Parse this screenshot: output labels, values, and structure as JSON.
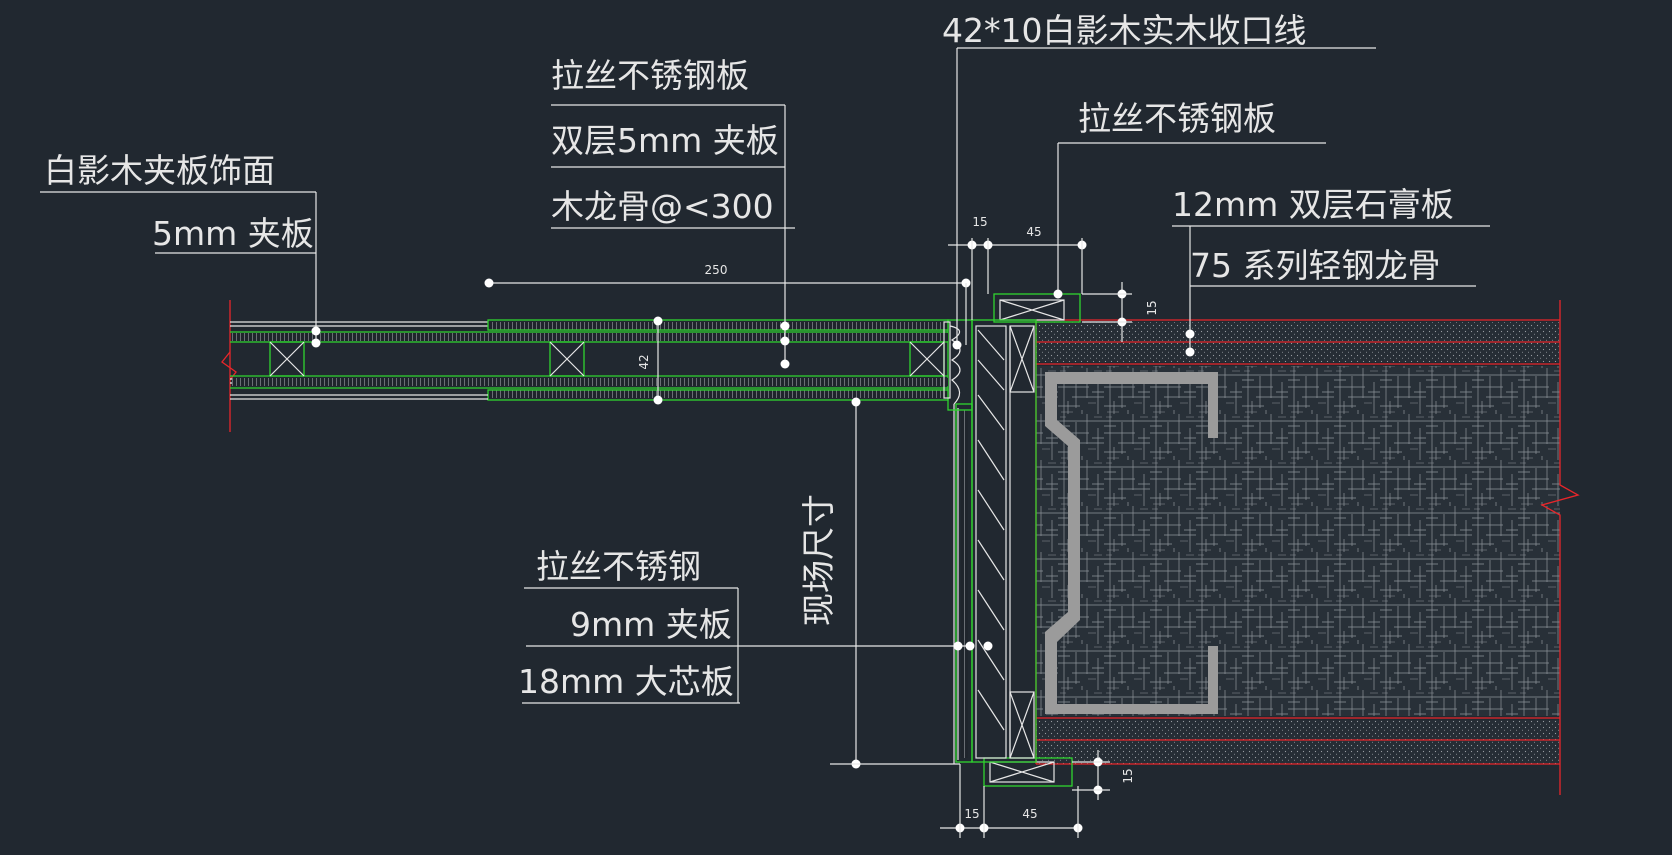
{
  "labels": {
    "top_trim": "42*10白影木实木收口线",
    "brushed_steel_top": "拉丝不锈钢板",
    "double_plywood": "双层5mm 夹板",
    "wood_keel": "木龙骨@<300",
    "veneer_face": "白影木夹板饰面",
    "plywood_5": "5mm 夹板",
    "brushed_steel_right": "拉丝不锈钢板",
    "gypsum": "12mm 双层石膏板",
    "light_steel": "75 系列轻钢龙骨",
    "brushed_steel_bottom": "拉丝不锈钢",
    "plywood_9": "9mm 夹板",
    "blockboard": "18mm 大芯板",
    "site_size": "现场尺寸"
  },
  "dimensions": {
    "d250": "250",
    "d42": "42",
    "d15_top": "15",
    "d45_top": "45",
    "d15_right_top": "15",
    "d15_right_bottom": "15",
    "d15_bottom": "15",
    "d45_bottom": "45"
  },
  "colors": {
    "background": "#212830",
    "text": "#e6e6e6",
    "green_lines": "#2fd42f",
    "red_lines": "#e8262a",
    "hatch": "#9a9ea4",
    "steel_profile": "#9a9a9a"
  }
}
